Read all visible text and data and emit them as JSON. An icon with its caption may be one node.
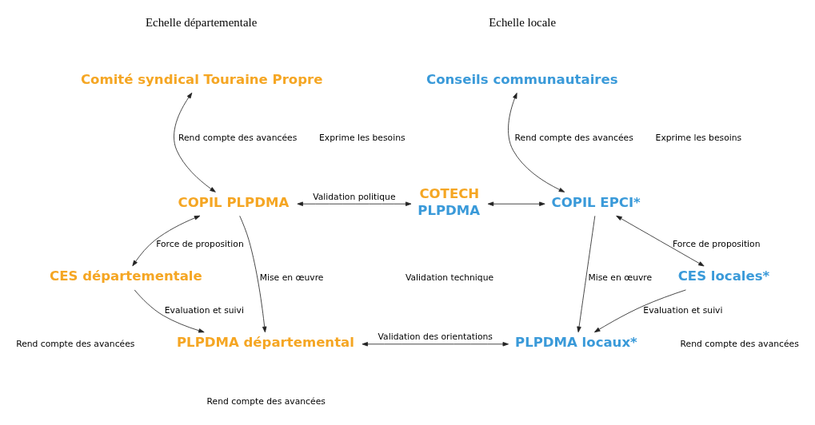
{
  "diagram": {
    "nodes": [
      {
        "text": [
          "Comité syndical Touraine Propre"
        ]
      },
      {
        "text": [
          "Conseils communautaires"
        ]
      },
      {
        "text": [
          "COPIL PLPDMA"
        ]
      },
      {
        "text": [
          "COTECH",
          "PLPDMA"
        ]
      },
      {
        "text": [
          "COPIL EPCI*"
        ]
      },
      {
        "text": [
          "CES départementale"
        ]
      },
      {
        "text": [
          "CES locales*"
        ]
      },
      {
        "text": [
          "PLPDMA départemental"
        ]
      },
      {
        "text": [
          "PLPDMA locaux*"
        ]
      }
    ],
    "edges": [
      {
        "from": 2,
        "to": 0,
        "arrow": "both",
        "label": "Rend compte des avancées"
      },
      {
        "from": 4,
        "to": 1,
        "arrow": "both",
        "label": "Rend compte des avancées"
      },
      {
        "from": 2,
        "to": 3,
        "arrow": "both",
        "label": "Validation politique"
      },
      {
        "from": 3,
        "to": 4,
        "arrow": "both"
      },
      {
        "from": 5,
        "to": 2,
        "arrow": "both",
        "label": "Force de proposition"
      },
      {
        "from": 2,
        "to": 7,
        "arrow": "to",
        "label": "Mise en œuvre"
      },
      {
        "from": 4,
        "to": 8,
        "arrow": "to",
        "label": "Mise en œuvre"
      },
      {
        "from": 6,
        "to": 4,
        "arrow": "both",
        "label": "Force de proposition"
      },
      {
        "from": 5,
        "to": 7,
        "arrow": "to",
        "label": "Evaluation et suivi"
      },
      {
        "from": 6,
        "to": 8,
        "arrow": "to",
        "label": "Evaluation et suivi"
      },
      {
        "from": 7,
        "to": 8,
        "arrow": "both",
        "label": "Validation des orientations"
      }
    ],
    "labels": [
      "Echelle départementale",
      "Echelle locale",
      "Exprime les besoins",
      "Exprime les besoins",
      "Validation technique",
      "Rend compte des avancées",
      "Rend compte des avancées",
      "Rend compte des avancées"
    ]
  }
}
